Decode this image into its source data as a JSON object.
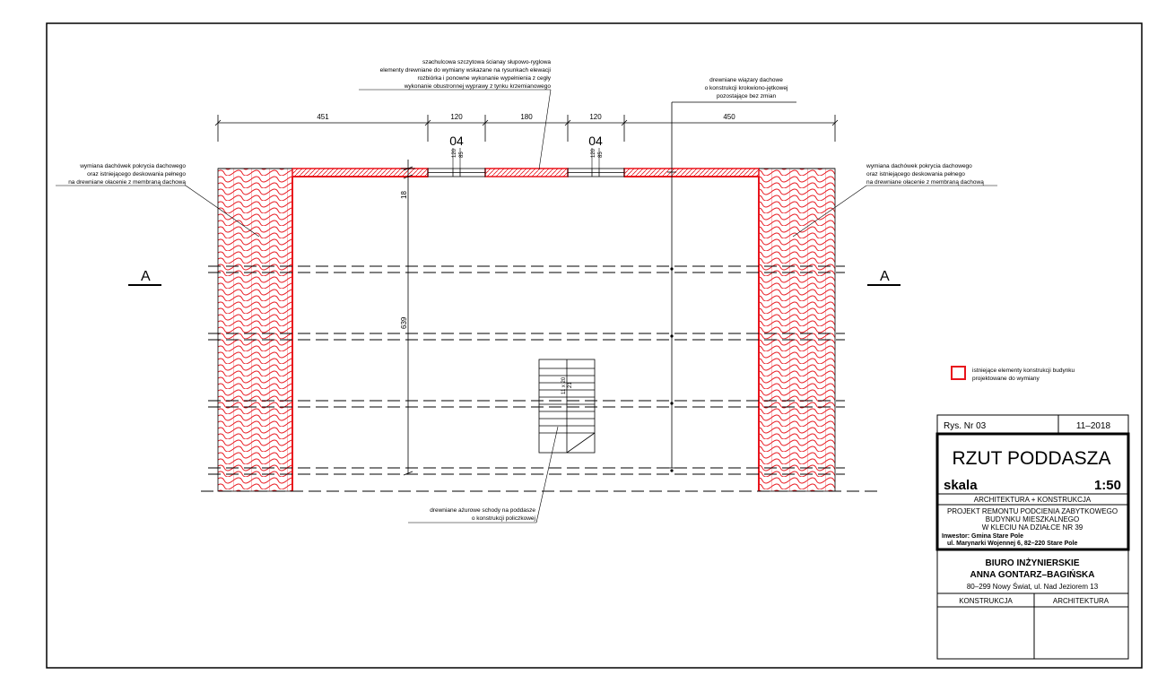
{
  "drawing": {
    "dimensions_top": [
      "451",
      "120",
      "180",
      "120",
      "450"
    ],
    "window_mark_left": "04",
    "window_mark_right": "04",
    "window_dims_left": [
      "120",
      "85"
    ],
    "window_dims_right": [
      "120",
      "85"
    ],
    "dim_18": "18",
    "dim_639": "639",
    "stair_label_1": "11 x 20",
    "stair_label_2": "21",
    "section_left": "A",
    "section_right": "A"
  },
  "annotations": {
    "top_center": [
      "szachulcowa szczytowa ścianay słupowo-ryglowa",
      "elementy drewniane do wymiany wskazane na rysunkach elewacji",
      "rozbiórka  i ponowne wykonanie wypełnienia z cegły",
      "wykonanie obustronnej wyprawy z tynku krzemianowego"
    ],
    "top_right": [
      "drewniane wiązary dachowe",
      "o konstrukcji krokwiono-jętkowej",
      "pozostające bez zmian"
    ],
    "left_side": [
      "wymiana dachówek pokrycia dachowego",
      "oraz istniejącego deskowania pełnego",
      "na drewniane ołacenie z membraną dachową"
    ],
    "right_side": [
      "wymiana dachówek pokrycia dachowego",
      "oraz istniejącego deskowania pełnego",
      "na drewniane ołacenie z membraną dachową"
    ],
    "stairs": [
      "drewniane ażurowe schody na poddasze",
      "o konstrukcji policzkowej"
    ]
  },
  "legend": {
    "swatch_color": "#e8141c",
    "lines": [
      "istniejące elementy konstrukcji budynku",
      "projektowane do wymiany"
    ]
  },
  "title_block": {
    "drawing_no": "Rys.  Nr  03",
    "date": "11–2018",
    "title": "RZUT  PODDASZA",
    "scale_label": "skala",
    "scale_value": "1:50",
    "branch": "ARCHITEKTURA  +  KONSTRUKCJA",
    "project_lines": [
      "PROJEKT  REMONTU  PODCIENIA  ZABYTKOWEGO",
      "BUDYNKU  MIESZKALNEGO",
      "W  KLECIU  NA  DZIAŁCE  NR  39"
    ],
    "investor_lines": [
      "Inwestor:  Gmina  Stare  Pole",
      "ul.  Marynarki  Wojennej  6,  82–220  Stare  Pole"
    ],
    "office_1": "BIURO  INŻYNIERSKIE",
    "office_2": "ANNA  GONTARZ–BAGIŃSKA",
    "office_address": "80–299  Nowy  Świat,  ul.  Nad  Jeziorem  13",
    "col_left": "KONSTRUKCJA",
    "col_right": "ARCHITEKTURA"
  },
  "colors": {
    "red": "#e8141c",
    "line": "#000000"
  }
}
